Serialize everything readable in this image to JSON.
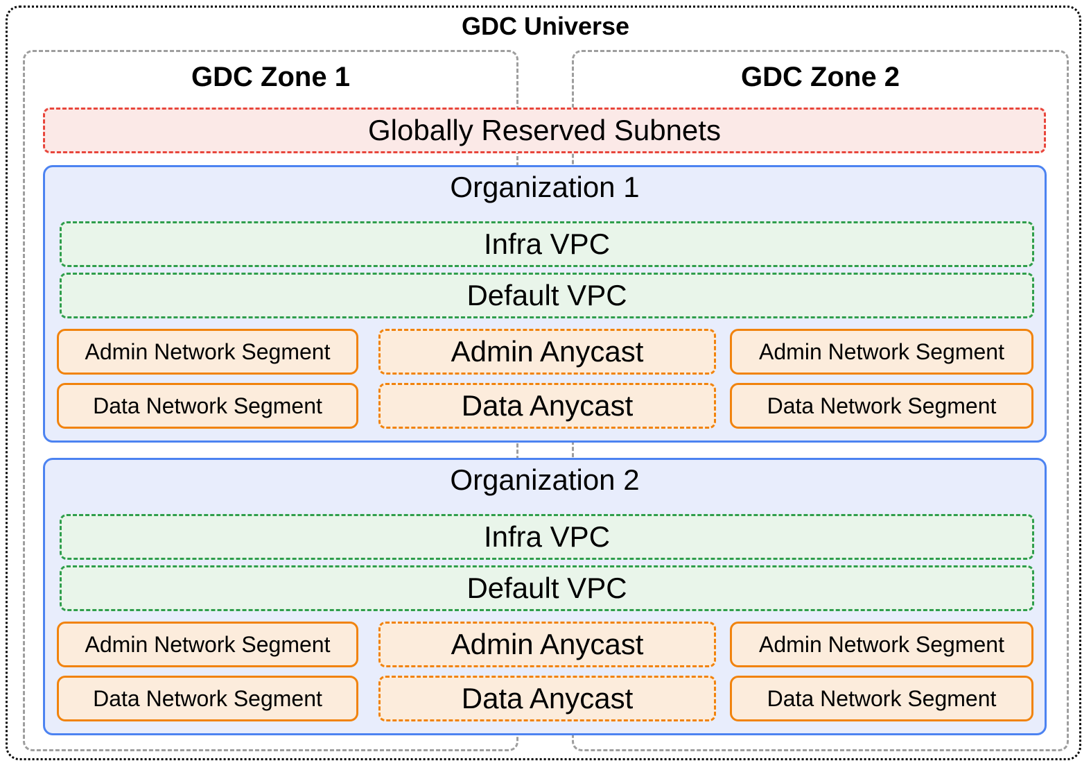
{
  "diagram": {
    "title": "GDC Universe",
    "zones": [
      {
        "label": "GDC Zone 1"
      },
      {
        "label": "GDC Zone 2"
      }
    ],
    "reserved_subnets": {
      "label": "Globally Reserved Subnets"
    },
    "organizations": [
      {
        "title": "Organization 1",
        "vpcs": [
          {
            "label": "Infra VPC"
          },
          {
            "label": "Default VPC"
          }
        ],
        "admin_row": {
          "left": "Admin Network Segment",
          "center": "Admin Anycast",
          "right": "Admin Network Segment"
        },
        "data_row": {
          "left": "Data Network Segment",
          "center": "Data Anycast",
          "right": "Data Network Segment"
        }
      },
      {
        "title": "Organization 2",
        "vpcs": [
          {
            "label": "Infra VPC"
          },
          {
            "label": "Default VPC"
          }
        ],
        "admin_row": {
          "left": "Admin Network Segment",
          "center": "Admin Anycast",
          "right": "Admin Network Segment"
        },
        "data_row": {
          "left": "Data Network Segment",
          "center": "Data Anycast",
          "right": "Data Network Segment"
        }
      }
    ],
    "colors": {
      "outer_border": "#000000",
      "zone_border": "#9e9e9e",
      "reserved_border": "#e8463c",
      "reserved_fill": "#fbe9e7",
      "org_border": "#4c83f1",
      "org_fill": "#e8edfc",
      "vpc_border": "#2f9e4c",
      "vpc_fill": "#e9f5ea",
      "segment_border": "#f1830d",
      "segment_fill": "#fcecdc",
      "text": "#000000"
    }
  }
}
